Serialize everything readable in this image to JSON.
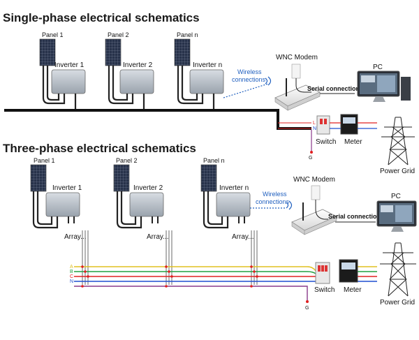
{
  "single": {
    "title": "Single-phase electrical schematics",
    "panels": [
      "Panel 1",
      "Panel 2",
      "Panel n"
    ],
    "inverters": [
      "Inverter 1",
      "Inverter 2",
      "Inverter n"
    ],
    "wireless": [
      "Wireless",
      "connections"
    ],
    "modem": "WNC Modem",
    "pc": "PC",
    "serial": "Serial connection",
    "switch": "Switch",
    "meter": "Meter",
    "grid": "Power Grid",
    "lines": [
      "L",
      "N",
      "G"
    ]
  },
  "three": {
    "title": "Three-phase electrical schematics",
    "panels": [
      "Panel 1",
      "Panel 2",
      "Panel n"
    ],
    "inverters": [
      "Inverter 1",
      "Inverter 2",
      "Inverter n"
    ],
    "arrays": [
      "Array...",
      "Array...",
      "Array..."
    ],
    "wireless": [
      "Wireless",
      "connections"
    ],
    "modem": "WNC Modem",
    "pc": "PC",
    "serial": "Serial connection",
    "switch": "Switch",
    "meter": "Meter",
    "grid": "Power Grid",
    "lines": [
      "A",
      "B",
      "C",
      "N",
      "G"
    ]
  },
  "colors": {
    "line_L": "#e02020",
    "line_N": "#1f4fd0",
    "line_A": "#e0c020",
    "line_B": "#20a040",
    "line_C": "#e02020",
    "line_Nb": "#1f4fd0",
    "line_G": "#8a3a8a",
    "wireless": "#1f5fbf"
  }
}
